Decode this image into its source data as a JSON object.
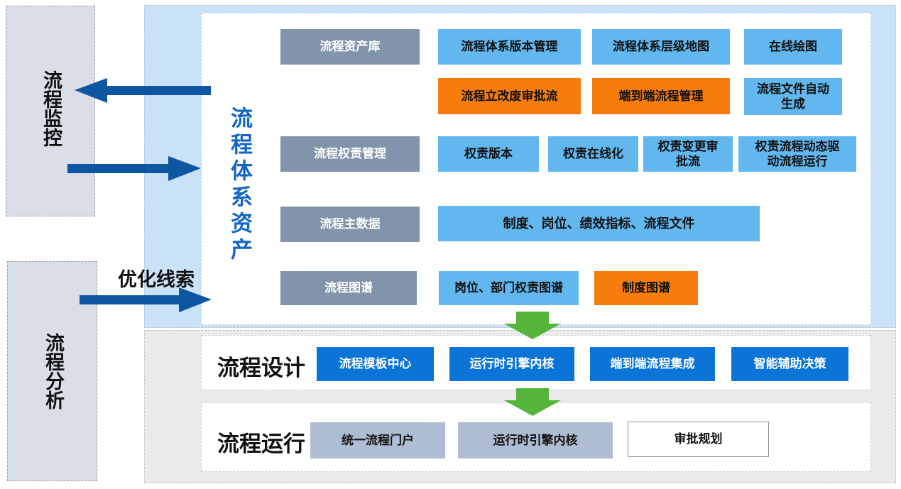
{
  "left": {
    "monitor": "流程监控",
    "analysis": "流程分析",
    "optimize": "优化线索"
  },
  "asset": {
    "title": "流程体系资产",
    "rows": [
      {
        "category": "流程资产库",
        "items": [
          {
            "label": "流程体系版本管理",
            "style": "light"
          },
          {
            "label": "流程体系层级地图",
            "style": "light"
          },
          {
            "label": "在线绘图",
            "style": "light"
          },
          {
            "label": "流程立改废审批流",
            "style": "orange"
          },
          {
            "label": "端到端流程管理",
            "style": "orange"
          },
          {
            "label": "流程文件自动\n生成",
            "style": "light"
          }
        ]
      },
      {
        "category": "流程权责管理",
        "items": [
          {
            "label": "权责版本",
            "style": "light"
          },
          {
            "label": "权责在线化",
            "style": "light"
          },
          {
            "label": "权责变更审\n批流",
            "style": "light"
          },
          {
            "label": "权责流程动态驱\n动流程运行",
            "style": "light"
          }
        ]
      },
      {
        "category": "流程主数据",
        "items": [
          {
            "label": "制度、岗位、绩效指标、流程文件",
            "style": "light"
          }
        ]
      },
      {
        "category": "流程图谱",
        "items": [
          {
            "label": "岗位、部门权责图谱",
            "style": "light"
          },
          {
            "label": "制度图谱",
            "style": "orange"
          }
        ]
      }
    ]
  },
  "design": {
    "title": "流程设计",
    "items": [
      "流程模板中心",
      "运行时引擎内核",
      "端到端流程集成",
      "智能辅助决策"
    ]
  },
  "run": {
    "title": "流程运行",
    "items": [
      "统一流程门户",
      "运行时引擎内核",
      "审批规划"
    ]
  },
  "colors": {
    "light_blue_box": "#61b7ee",
    "orange_box": "#f67c0b",
    "category_box": "#8294ab",
    "primary_button_blue": "#0b74d7",
    "run_gray_blue_box": "#aebdd2",
    "dark_blue_arrow": "#0e55a2",
    "green_arrow": "#55b43a",
    "asset_title_blue": "#1166c4",
    "big_panel_blue": "#c9e2f8",
    "left_panel_gray": "#d9dee8",
    "bottom_panel_gray": "#e9eaec"
  }
}
